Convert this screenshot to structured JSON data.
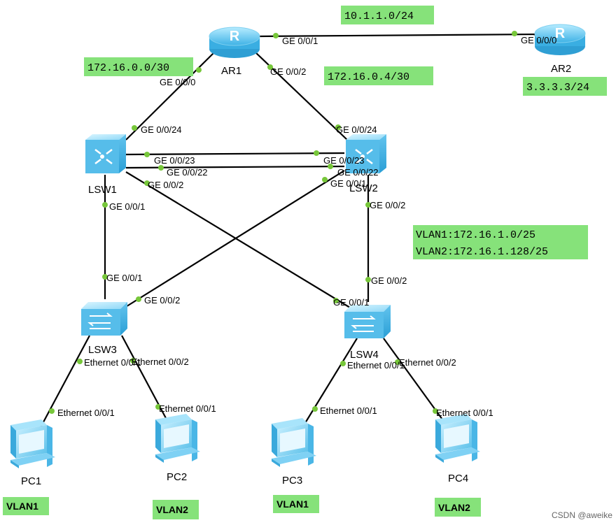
{
  "devices": {
    "ar1": {
      "label": "AR1"
    },
    "ar2": {
      "label": "AR2"
    },
    "lsw1": {
      "label": "LSW1"
    },
    "lsw2": {
      "label": "LSW2"
    },
    "lsw3": {
      "label": "LSW3"
    },
    "lsw4": {
      "label": "LSW4"
    },
    "pc1": {
      "label": "PC1"
    },
    "pc2": {
      "label": "PC2"
    },
    "pc3": {
      "label": "PC3"
    },
    "pc4": {
      "label": "PC4"
    }
  },
  "ports": {
    "ar1_g001": "GE 0/0/1",
    "ar1_g000": "GE 0/0/0",
    "ar1_g002": "GE 0/0/2",
    "ar2_g000": "GE 0/0/0",
    "lsw1_g0024": "GE 0/0/24",
    "lsw1_g0023": "GE 0/0/23",
    "lsw1_g0022": "GE 0/0/22",
    "lsw1_g002": "GE 0/0/2",
    "lsw1_g001": "GE 0/0/1",
    "lsw2_g0024": "GE 0/0/24",
    "lsw2_g0023": "GE 0/0/23",
    "lsw2_g0022": "GE 0/0/22",
    "lsw2_g001": "GE 0/0/1",
    "lsw2_g002": "GE 0/0/2",
    "lsw3_g001": "GE 0/0/1",
    "lsw3_g002": "GE 0/0/2",
    "lsw3_e001": "Ethernet 0/0/1",
    "lsw3_e002": "Ethernet 0/0/2",
    "lsw4_g002": "GE 0/0/2",
    "lsw4_g001": "GE 0/0/1",
    "lsw4_e001": "Ethernet 0/0/1",
    "lsw4_e002": "Ethernet 0/0/2",
    "pc1_e001": "Ethernet 0/0/1",
    "pc2_e001": "Ethernet 0/0/1",
    "pc3_e001": "Ethernet 0/0/1",
    "pc4_e001": "Ethernet 0/0/1"
  },
  "networks": {
    "ar1_ar2": "10.1.1.0/24",
    "ar1_lsw1": "172.16.0.0/30",
    "ar1_lsw2": "172.16.0.4/30",
    "ar2_loopback": "3.3.3.3/24",
    "vlan1": "VLAN1:172.16.1.0/25",
    "vlan2": "VLAN2:172.16.1.128/25"
  },
  "vlan_tags": {
    "pc1": "VLAN1",
    "pc2": "VLAN2",
    "pc3": "VLAN1",
    "pc4": "VLAN2"
  },
  "watermark": "CSDN @aweike",
  "colors": {
    "label_bg": "#86e27a",
    "port_dot": "#77c73a",
    "router": "#5cc4ee",
    "switch": "#6cc8f0"
  },
  "icons": {
    "router": "router-icon",
    "l3_switch": "l3-switch-icon",
    "l2_switch": "switch-icon",
    "pc": "pc-icon"
  }
}
